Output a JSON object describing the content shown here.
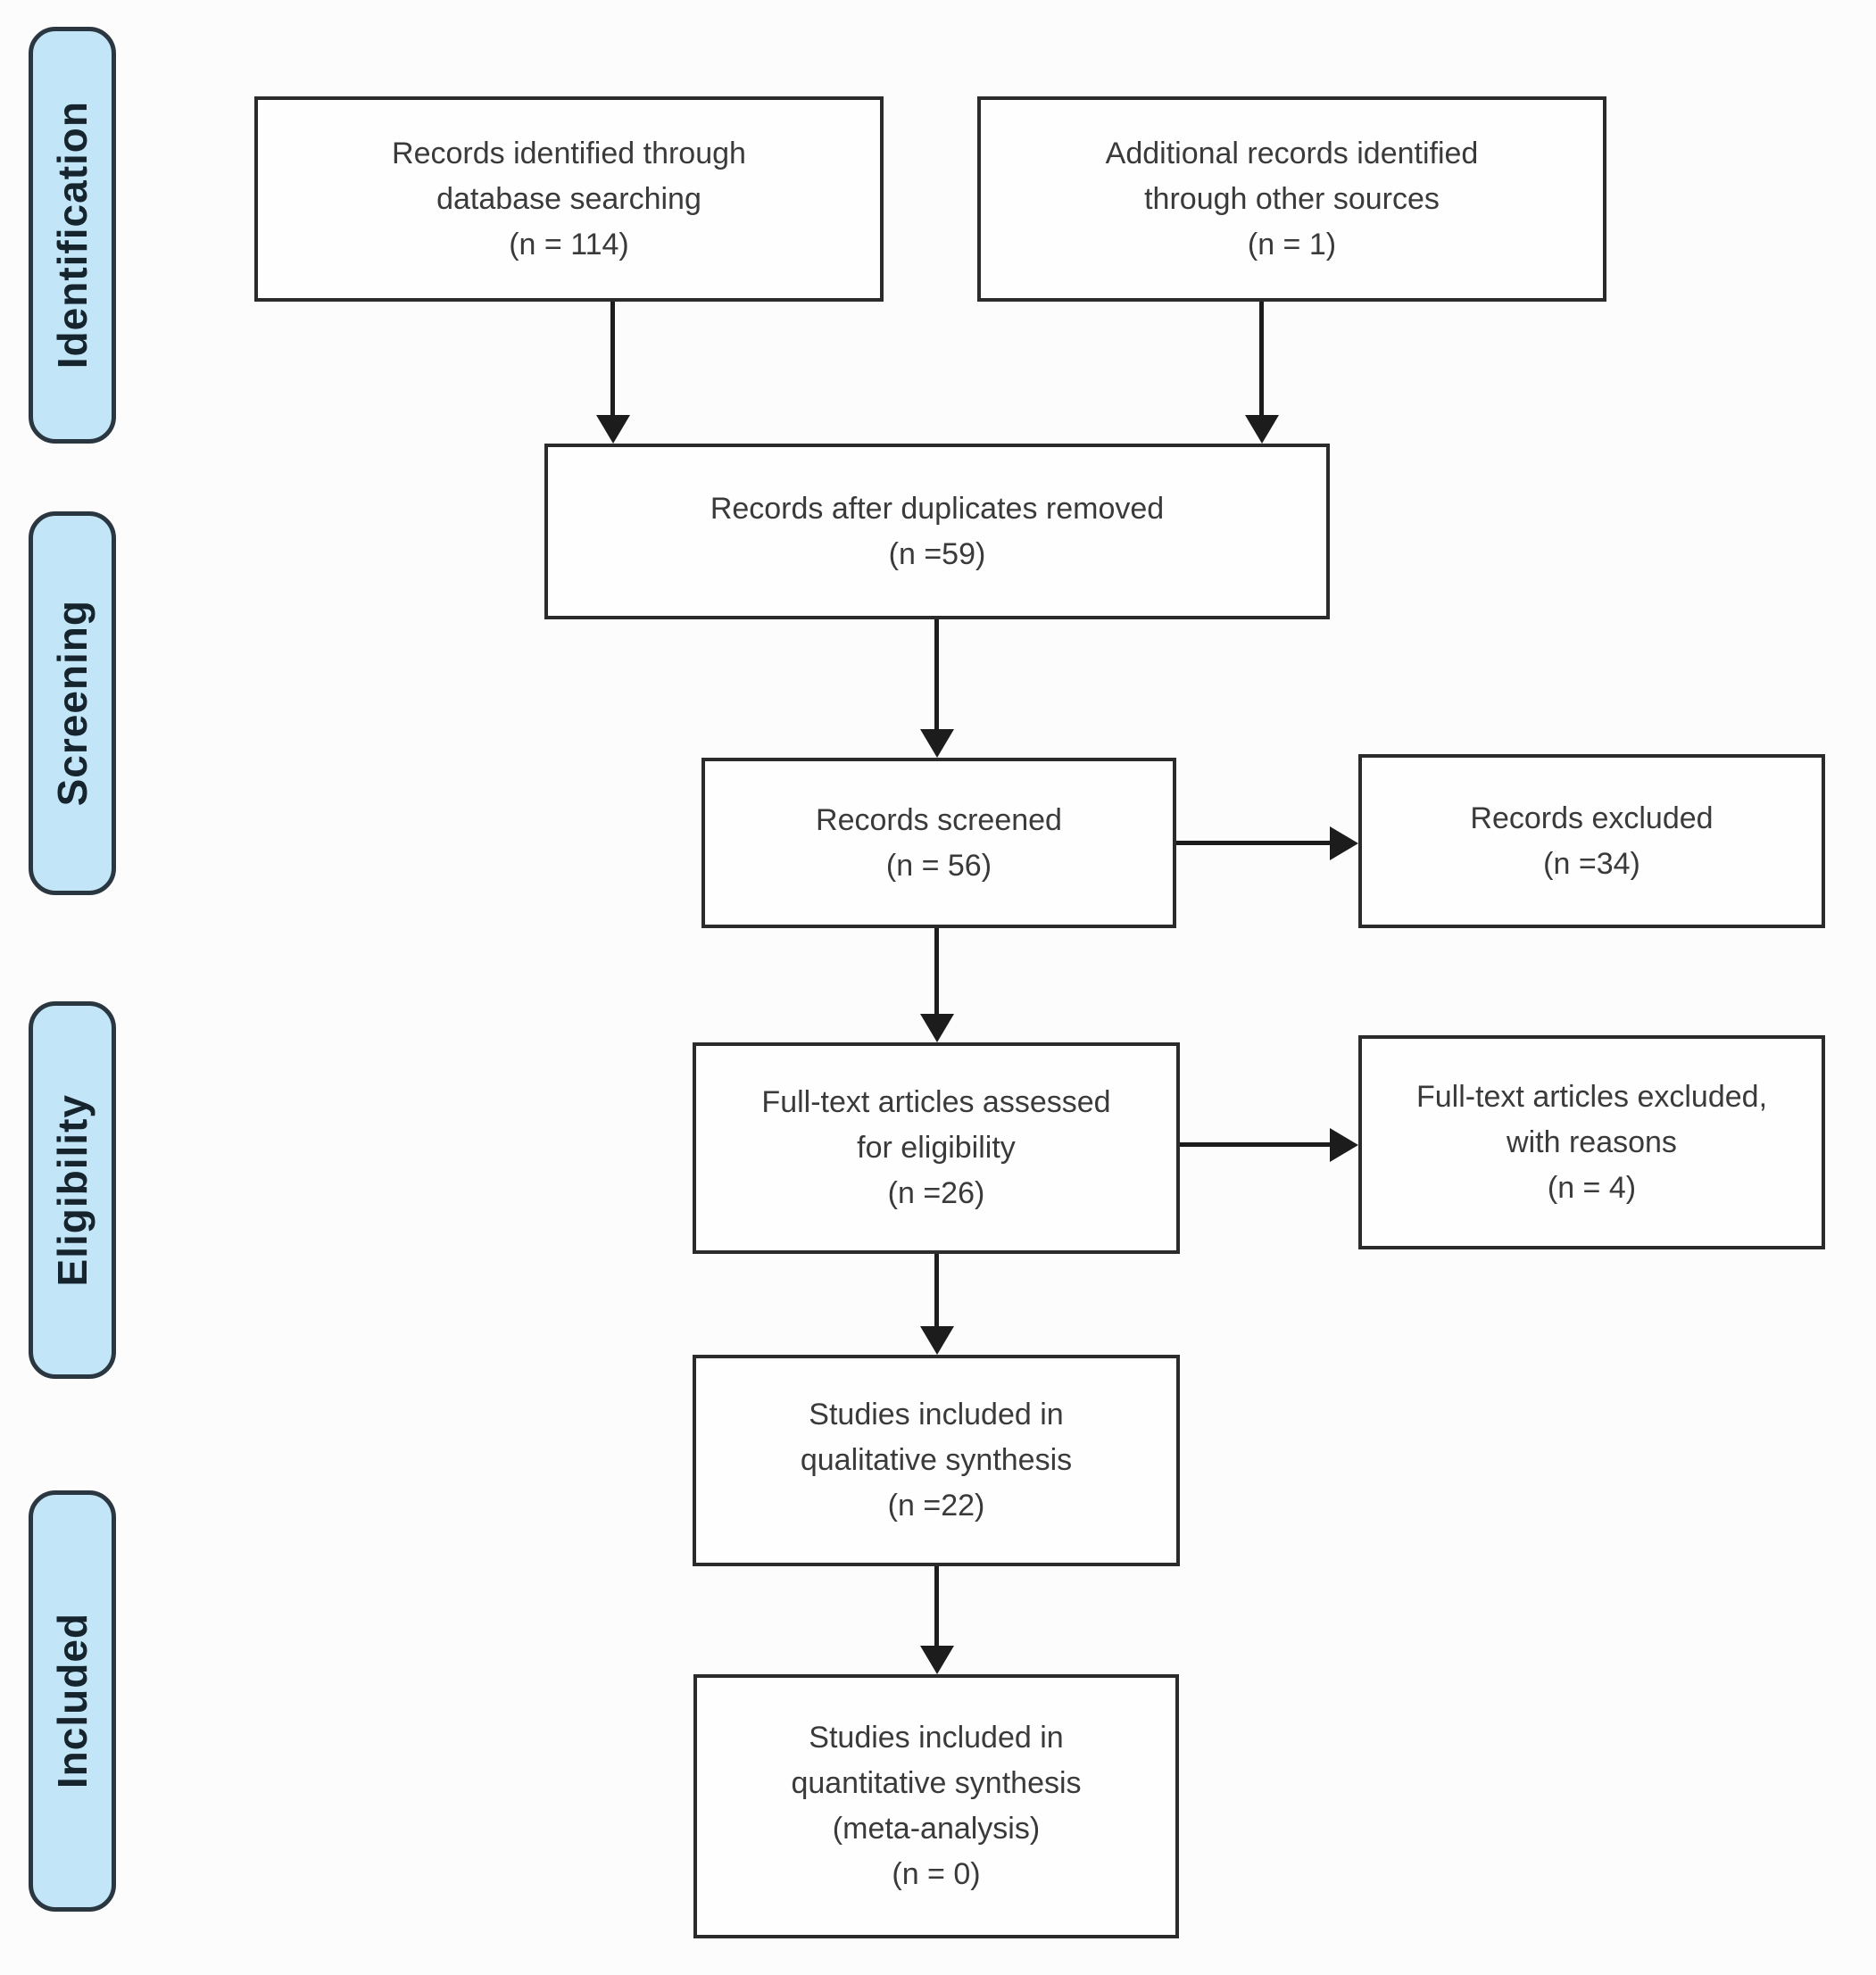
{
  "colors": {
    "canvas_bg": "#fcfcfc",
    "banner_fill": "#c2e6f7",
    "banner_border": "#2a3640",
    "banner_text": "#16242e",
    "box_bg": "#fefefe",
    "box_border": "#2b2b2b",
    "box_text": "#3a3a3a",
    "arrow": "#1c1c1c"
  },
  "stages": [
    {
      "label": "Identification"
    },
    {
      "label": "Screening"
    },
    {
      "label": "Eligibility"
    },
    {
      "label": "Included"
    }
  ],
  "boxes": {
    "records_identified": {
      "text": "Records identified through\ndatabase searching\n(n = 114)"
    },
    "additional_records": {
      "text": "Additional records identified\nthrough other sources\n(n = 1)"
    },
    "after_duplicates": {
      "text": "Records after duplicates removed\n(n =59)"
    },
    "records_screened": {
      "text": "Records screened\n(n = 56)"
    },
    "records_excluded": {
      "text": "Records excluded\n(n =34)"
    },
    "fulltext_assessed": {
      "text": "Full-text articles assessed\nfor eligibility\n(n =26)"
    },
    "fulltext_excluded": {
      "text": "Full-text articles excluded,\nwith reasons\n(n = 4)"
    },
    "qualitative_synthesis": {
      "text": "Studies included in\nqualitative synthesis\n(n =22)"
    },
    "quantitative_synthesis": {
      "text": "Studies included in\nquantitative synthesis\n(meta-analysis)\n(n = 0)"
    }
  }
}
